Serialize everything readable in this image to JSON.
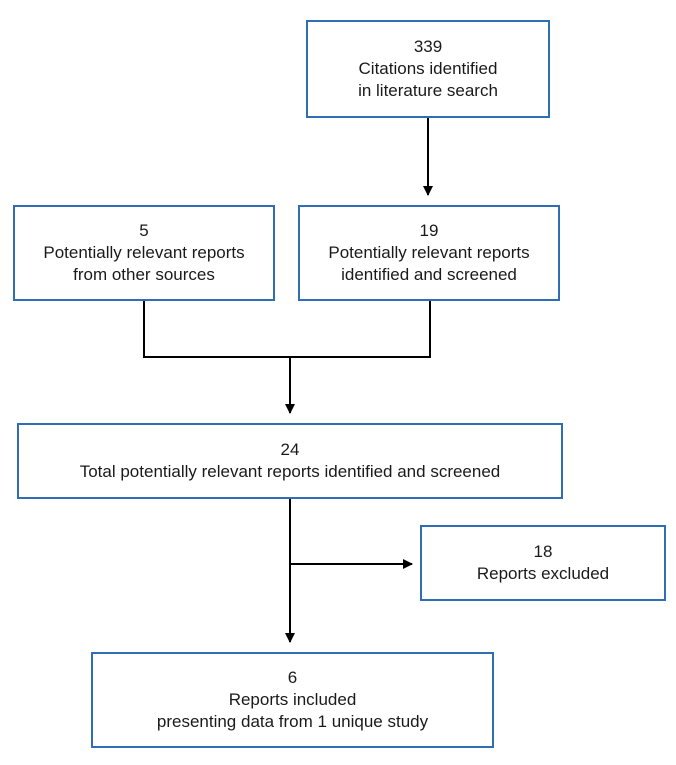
{
  "boxes": {
    "literature": {
      "count": "339",
      "line1": "Citations identified",
      "line2": "in literature search"
    },
    "other_sources": {
      "count": "5",
      "line1": "Potentially relevant reports",
      "line2": "from other sources"
    },
    "screened": {
      "count": "19",
      "line1": "Potentially relevant reports",
      "line2": "identified and screened"
    },
    "total": {
      "count": "24",
      "line1": "Total potentially relevant reports identified and screened"
    },
    "excluded": {
      "count": "18",
      "line1": "Reports excluded"
    },
    "included": {
      "count": "6",
      "line1": "Reports included",
      "line2": "presenting data from 1 unique study"
    }
  },
  "colors": {
    "box_border": "#2f6db5",
    "connector": "#000000",
    "text": "#1a1a1a"
  }
}
